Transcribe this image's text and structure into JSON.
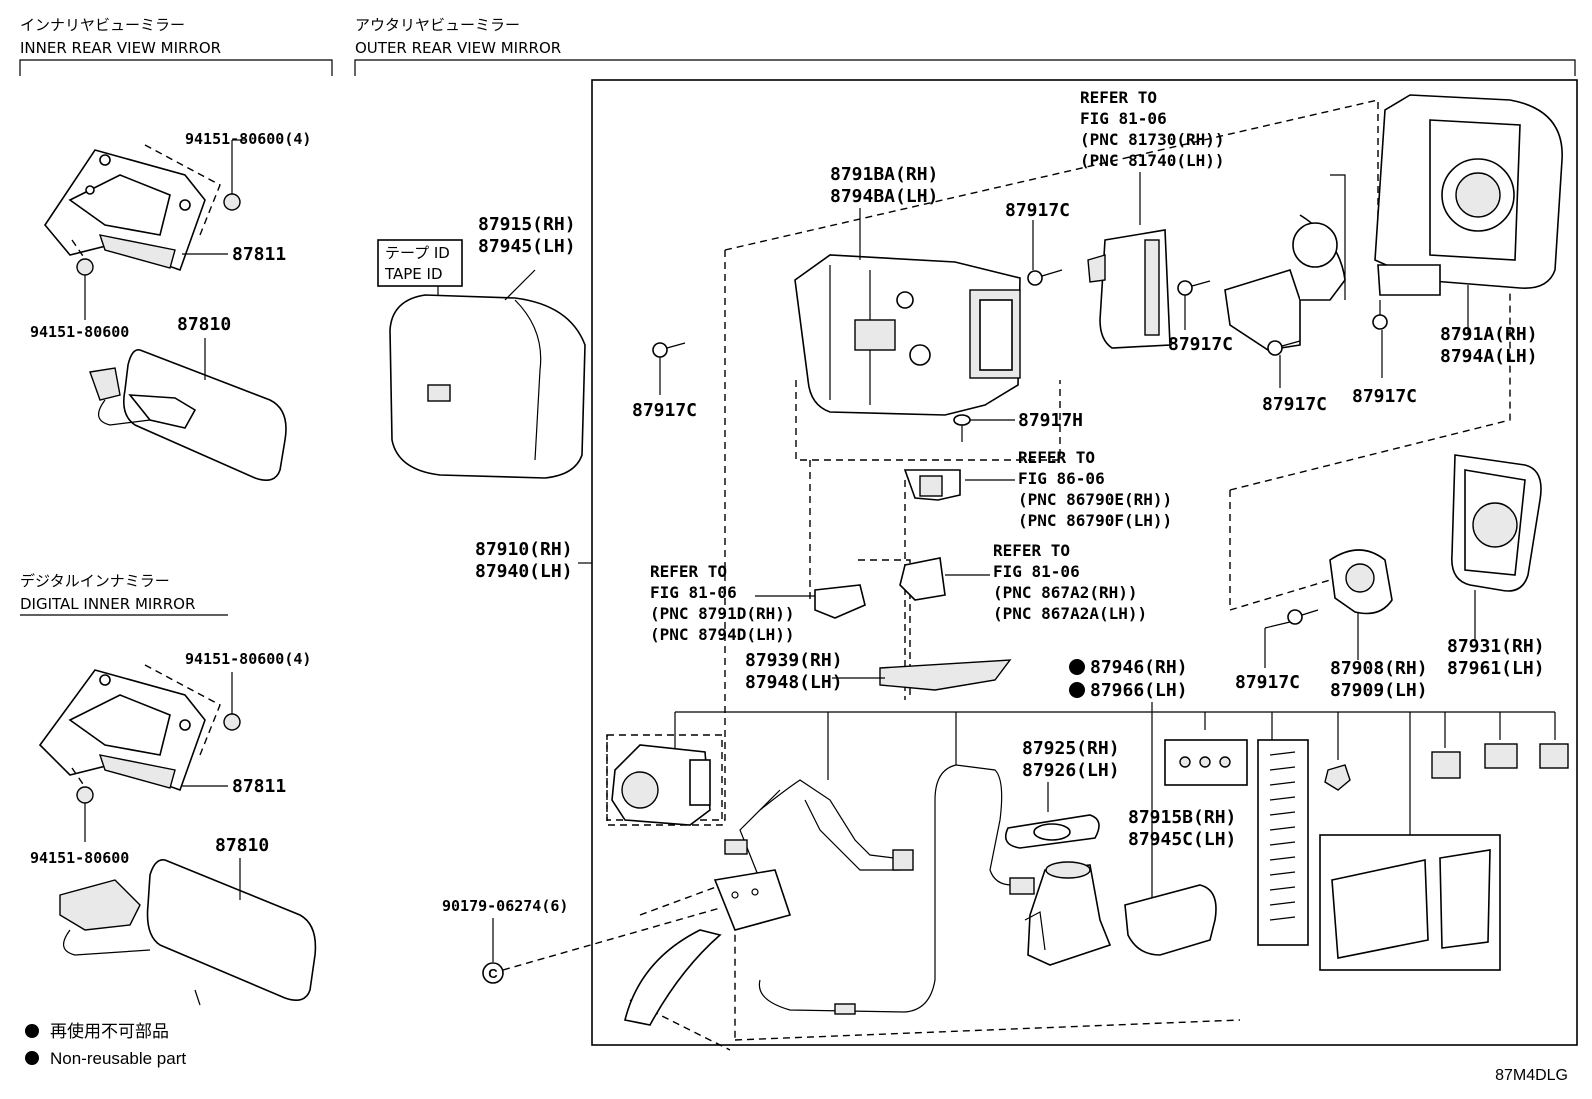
{
  "sections": {
    "inner": {
      "title_jp": "インナリヤビューミラー",
      "title_en": "INNER REAR VIEW MIRROR"
    },
    "outer": {
      "title_jp": "アウタリヤビューミラー",
      "title_en": "OUTER REAR VIEW MIRROR"
    },
    "digital": {
      "title_jp": "デジタルインナミラー",
      "title_en": "DIGITAL INNER MIRROR"
    }
  },
  "inner_labels": {
    "nut_qty": "94151-80600(4)",
    "bracket": "87811",
    "nut": "94151-80600",
    "mirror": "87810"
  },
  "digital_labels": {
    "nut_qty": "94151-80600(4)",
    "bracket": "87811",
    "nut": "94151-80600",
    "mirror": "87810"
  },
  "tape_id": {
    "jp": "テープ ID",
    "en": "TAPE ID"
  },
  "outer_labels": {
    "cover_rh": "87915(RH)",
    "cover_lh": "87945(LH)",
    "assy_rh": "87910(RH)",
    "assy_lh": "87940(LH)",
    "screw_qty": "90179-06274(6)",
    "screw_mark": "C",
    "housing_rh": "8791BA(RH)",
    "housing_lh": "8794BA(LH)",
    "screw_c_top": "87917C",
    "screw_c_left": "87917C",
    "screw_c_mid": "87917C",
    "screw_c_low": "87917C",
    "screw_c_right": "87917C",
    "screw_c_actuator": "87917C",
    "screw_h": "87917H",
    "shell_rh": "8791A(RH)",
    "shell_lh": "8794A(LH)",
    "glass_rh": "87931(RH)",
    "glass_lh": "87961(LH)",
    "actuator_rh": "87908(RH)",
    "actuator_lh": "87909(LH)",
    "trim_rh": "87939(RH)",
    "trim_lh": "87948(LH)",
    "kit_rh": "87946(RH)",
    "kit_lh": "87966(LH)",
    "gasket_rh": "87925(RH)",
    "gasket_lh": "87926(LH)",
    "cap_rh": "87915B(RH)",
    "cap_lh": "87945C(LH)"
  },
  "refer_notes": {
    "top": [
      "REFER TO",
      "FIG 81-06",
      "(PNC 81730(RH))",
      "(PNC 81740(LH))"
    ],
    "fig86": [
      "REFER TO",
      "FIG 86-06",
      "(PNC 86790E(RH))",
      "(PNC 86790F(LH))"
    ],
    "fig81_left": [
      "REFER TO",
      "FIG 81-06",
      "(PNC 8791D(RH))",
      "(PNC 8794D(LH))"
    ],
    "fig81_right": [
      "REFER TO",
      "FIG 81-06",
      "(PNC 867A2(RH))",
      "(PNC 867A2A(LH))"
    ]
  },
  "legend": {
    "jp": "再使用不可部品",
    "en": "Non-reusable part"
  },
  "diagram_code": "87M4DLG"
}
